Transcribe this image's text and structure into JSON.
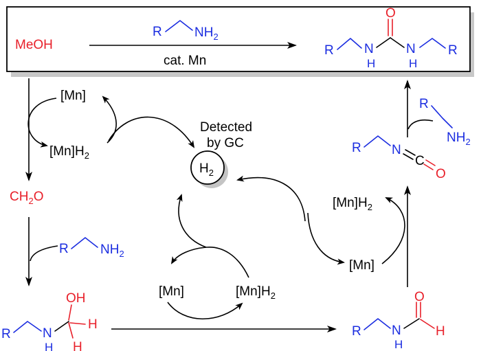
{
  "colors": {
    "carbon_mn": "#000000",
    "oxygen": "#e8202a",
    "nitrogen_r": "#1b2de0"
  },
  "overall": {
    "reactant": "MeOH",
    "amine_r": "R",
    "amine_group": "NH",
    "amine_sub": "2",
    "catalyst": "cat. Mn",
    "product_o": "O",
    "product_r1": "R",
    "product_n1": "N",
    "product_h1": "H",
    "product_n2": "N",
    "product_h2": "H",
    "product_r2": "R"
  },
  "left_cycle": {
    "mn": "[Mn]",
    "mnh2": "[Mn]H",
    "mnh2_sub": "2",
    "ch2o_a": "CH",
    "ch2o_sub": "2",
    "ch2o_b": "O"
  },
  "h2": {
    "detected_line1": "Detected",
    "detected_line2": "by GC",
    "label": "H",
    "sub": "2"
  },
  "amine_left": {
    "r": "R",
    "group": "NH",
    "sub": "2"
  },
  "hemiaminal": {
    "r": "R",
    "n": "N",
    "nh": "H",
    "oh": "OH",
    "h1": "H",
    "h2": "H"
  },
  "middle_cycle": {
    "mn": "[Mn]",
    "mnh2": "[Mn]H",
    "mnh2_sub": "2"
  },
  "formamide": {
    "r": "R",
    "n": "N",
    "nh": "H",
    "o": "O",
    "h": "H"
  },
  "right_cycle": {
    "mnh2": "[Mn]H",
    "mnh2_sub": "2",
    "mn": "[Mn]"
  },
  "isocyanate": {
    "r": "R",
    "n": "N",
    "c": "C",
    "o": "O"
  },
  "amine_right": {
    "r": "R",
    "group": "NH",
    "sub": "2"
  }
}
